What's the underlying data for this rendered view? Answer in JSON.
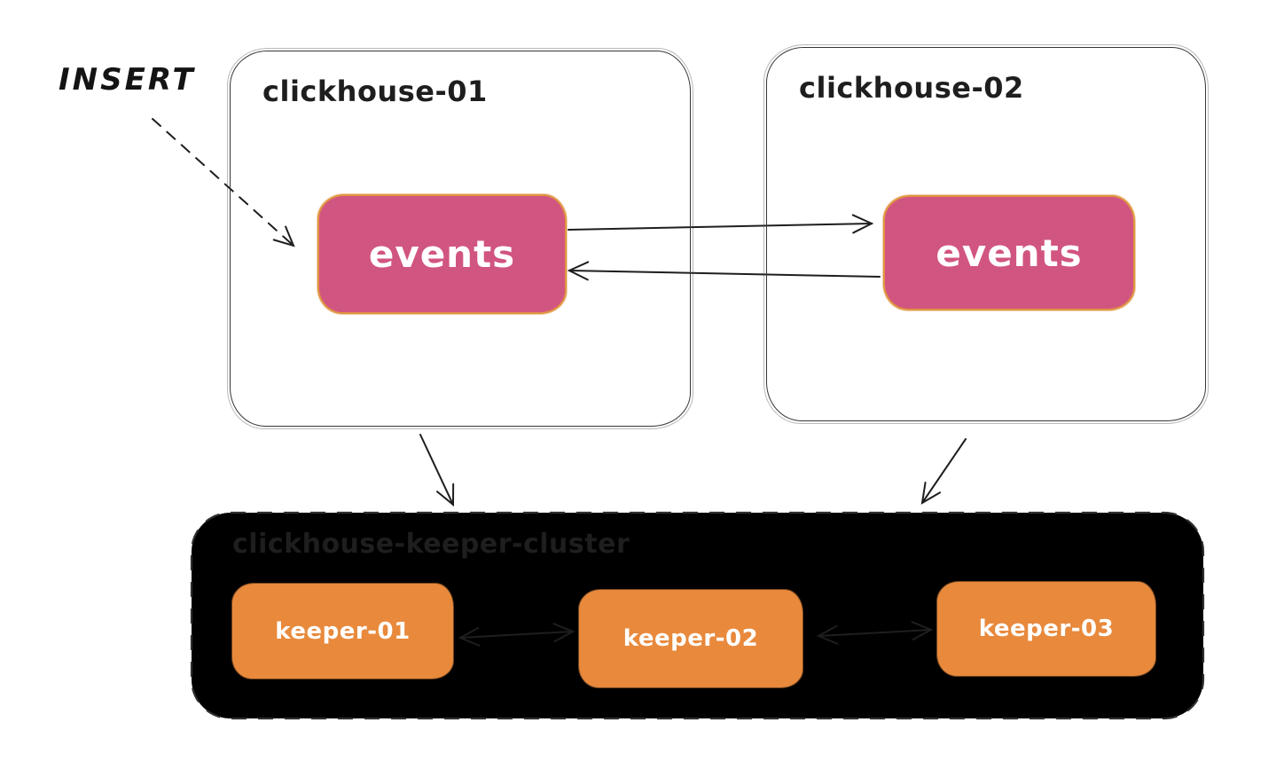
{
  "annotations": {
    "insert_label": "INSERT"
  },
  "servers": [
    {
      "title": "clickhouse-01",
      "table": "events"
    },
    {
      "title": "clickhouse-02",
      "table": "events"
    }
  ],
  "keeper_cluster": {
    "title": "clickhouse-keeper-cluster",
    "keepers": [
      {
        "label": "keeper-01"
      },
      {
        "label": "keeper-02"
      },
      {
        "label": "keeper-03"
      }
    ]
  },
  "colors": {
    "background": "#ffffff",
    "stroke": "#1e1e1e",
    "container_border": "#363636",
    "table_fill": "#d15581",
    "table_border": "#e09440",
    "keeper_fill": "#e8893c",
    "label_text": "#1e1e1e",
    "text_on_fill": "#ffffff"
  }
}
